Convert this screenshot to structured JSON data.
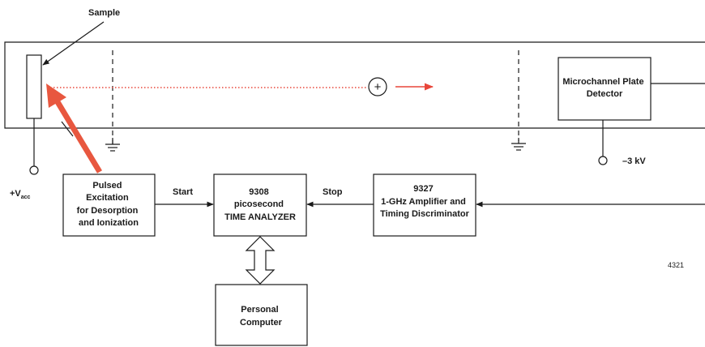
{
  "labels": {
    "sample": "Sample",
    "vacc_main": "+V",
    "vacc_sub": "acc",
    "pulsed": [
      "Pulsed",
      "Excitation",
      "for Desorption",
      "and Ionization"
    ],
    "start": "Start",
    "stop": "Stop",
    "time_analyzer": [
      "9308",
      "picosecond",
      "TIME ANALYZER"
    ],
    "amplifier": [
      "9327",
      "1-GHz Amplifier and",
      "Timing Discriminator"
    ],
    "detector": [
      "Microchannel Plate",
      "Detector"
    ],
    "voltage": "–3 kV",
    "computer": [
      "Personal",
      "Computer"
    ],
    "figure_number": "4321",
    "ion_symbol": "+"
  },
  "colors": {
    "ion_path": "#e8463a",
    "laser_arrow": "#e8573f",
    "line": "#1a1a1a"
  }
}
